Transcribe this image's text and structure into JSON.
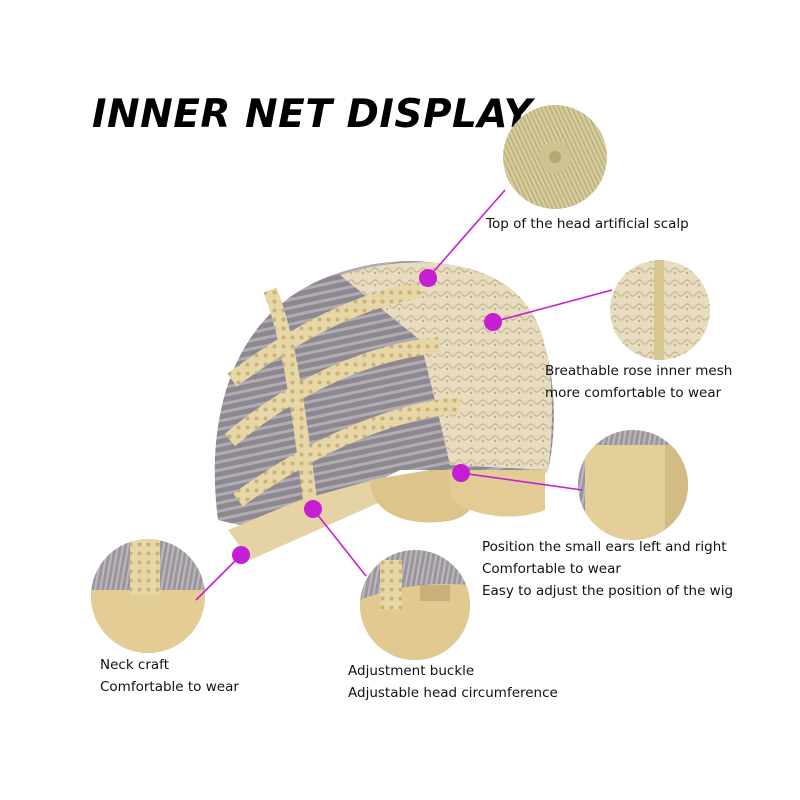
{
  "title": "INNER NET DISPLAY",
  "accent_color": "#c51fd3",
  "callouts": {
    "scalp": {
      "lines": [
        "Top of the head artificial scalp"
      ]
    },
    "mesh": {
      "lines": [
        "Breathable rose inner mesh",
        "more comfortable to wear"
      ]
    },
    "ears": {
      "lines": [
        "Position the small ears left and right",
        "Comfortable to wear",
        "Easy to adjust the position of the wig"
      ]
    },
    "neck": {
      "lines": [
        "Neck craft",
        "Comfortable to wear"
      ]
    },
    "buckle": {
      "lines": [
        "Adjustment buckle",
        "Adjustable head circumference"
      ]
    }
  }
}
